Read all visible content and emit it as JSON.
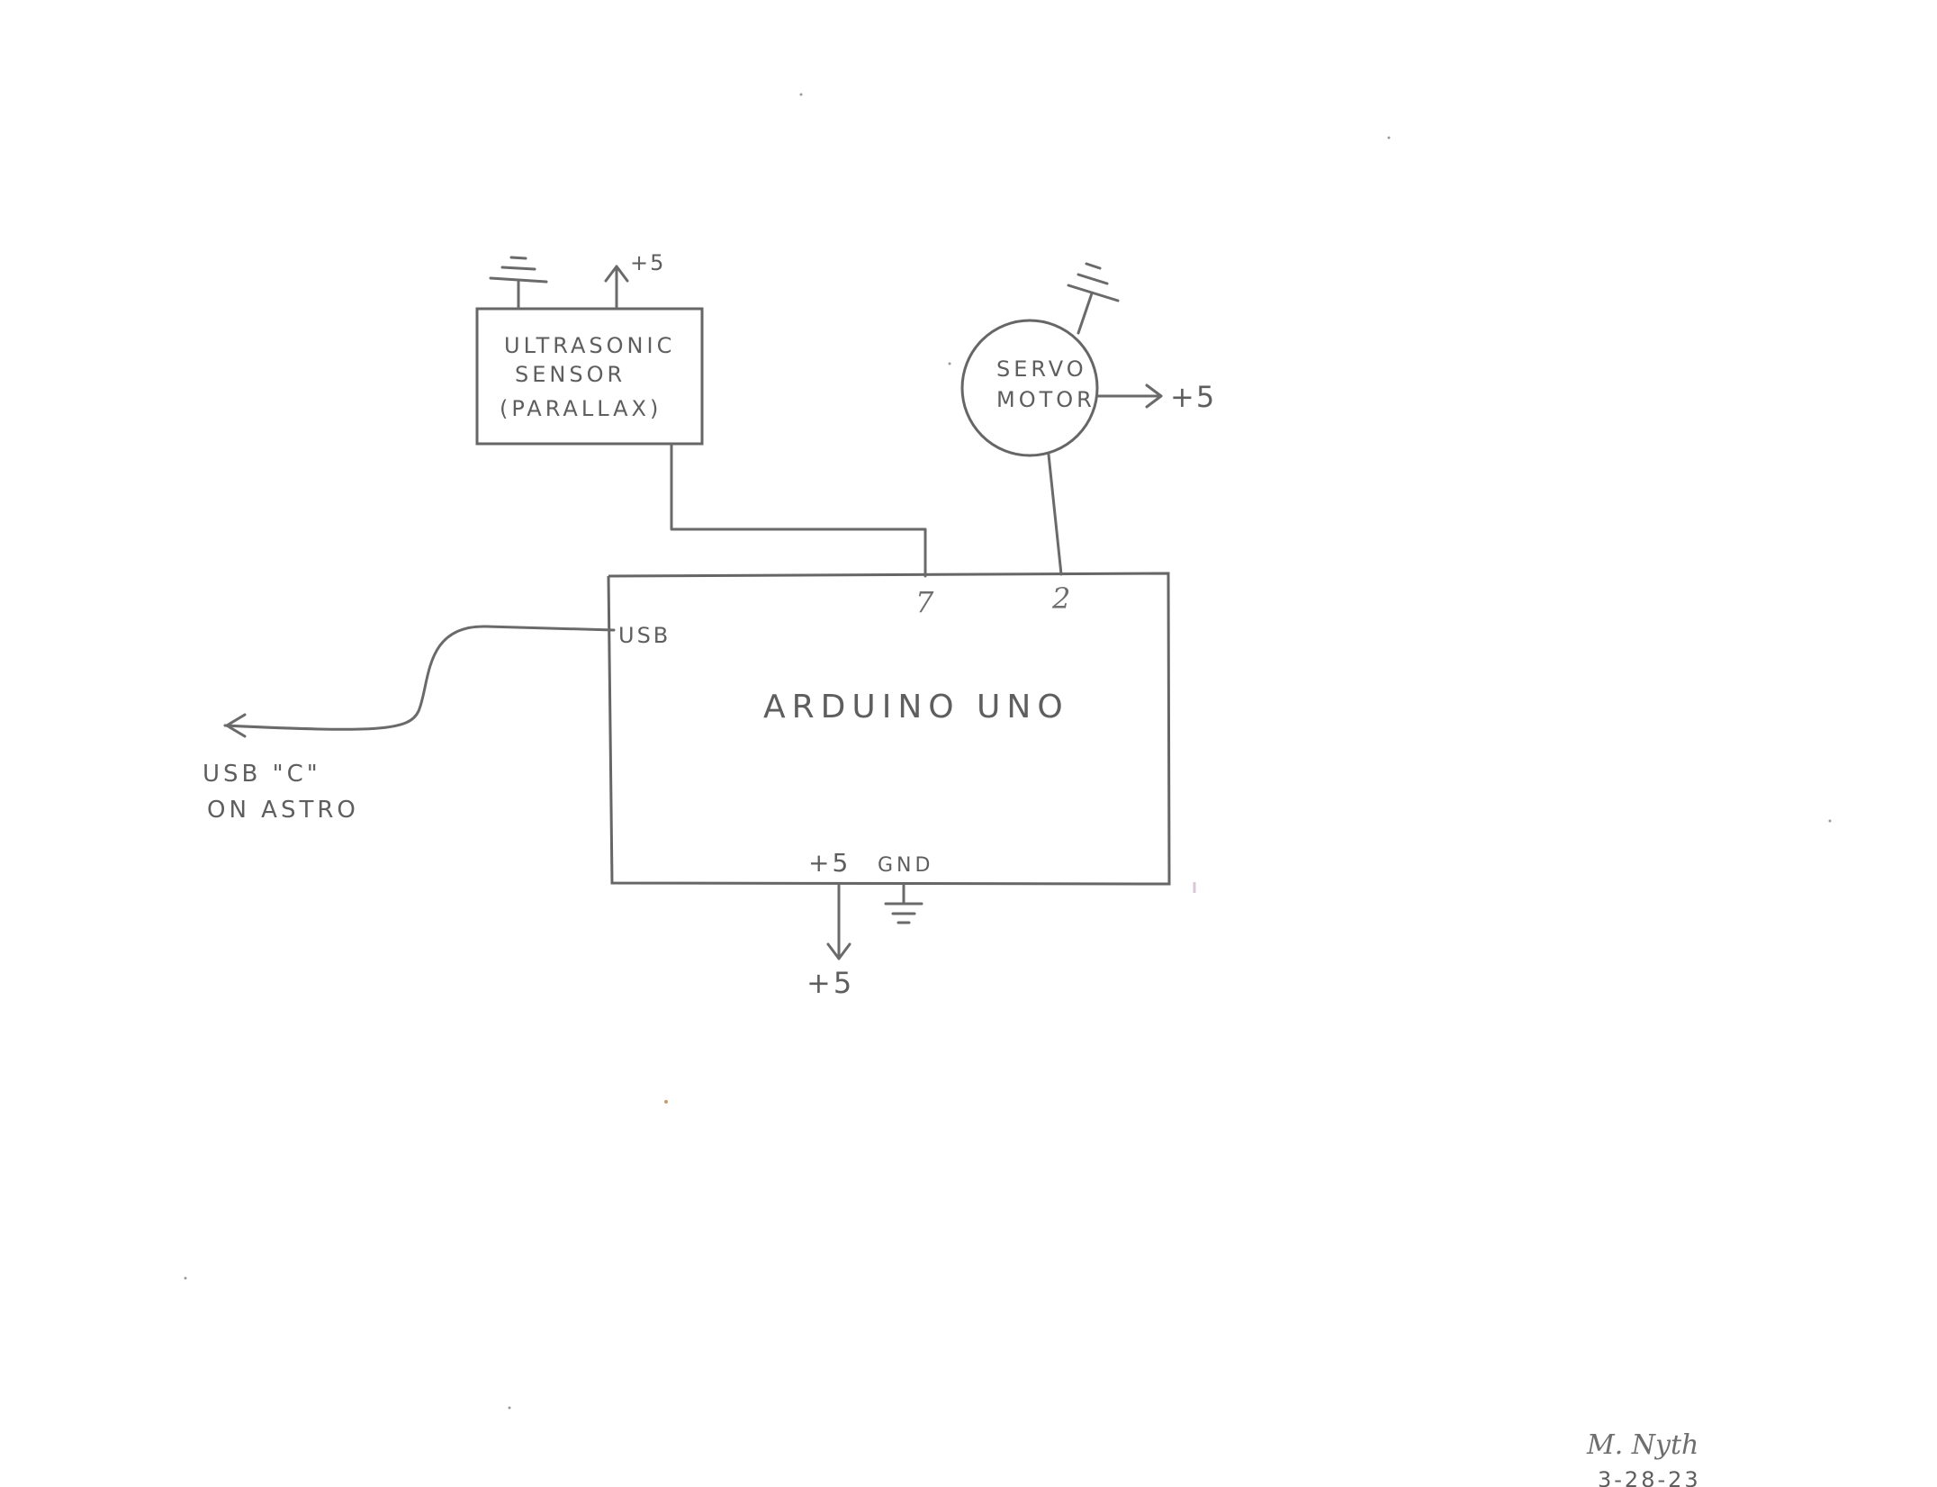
{
  "diagram": {
    "ultrasonic_sensor": {
      "line1": "ULTRASONIC",
      "line2": "SENSOR",
      "line3": "(PARALLAX)",
      "power": "+5"
    },
    "servo_motor": {
      "line1": "SERVO",
      "line2": "MOTOR",
      "power": "+5"
    },
    "arduino": {
      "title": "ARDUINO UNO",
      "usb_pin": "USB",
      "pin_7": "7",
      "pin_2": "2",
      "pin_5v": "+5",
      "pin_gnd": "GND"
    },
    "usb_cable": {
      "line1": "USB \"C\"",
      "line2": "ON ASTRO"
    },
    "supply": {
      "label": "+5"
    },
    "signature": {
      "name": "M. Nyth",
      "date": "3-28-23"
    }
  }
}
